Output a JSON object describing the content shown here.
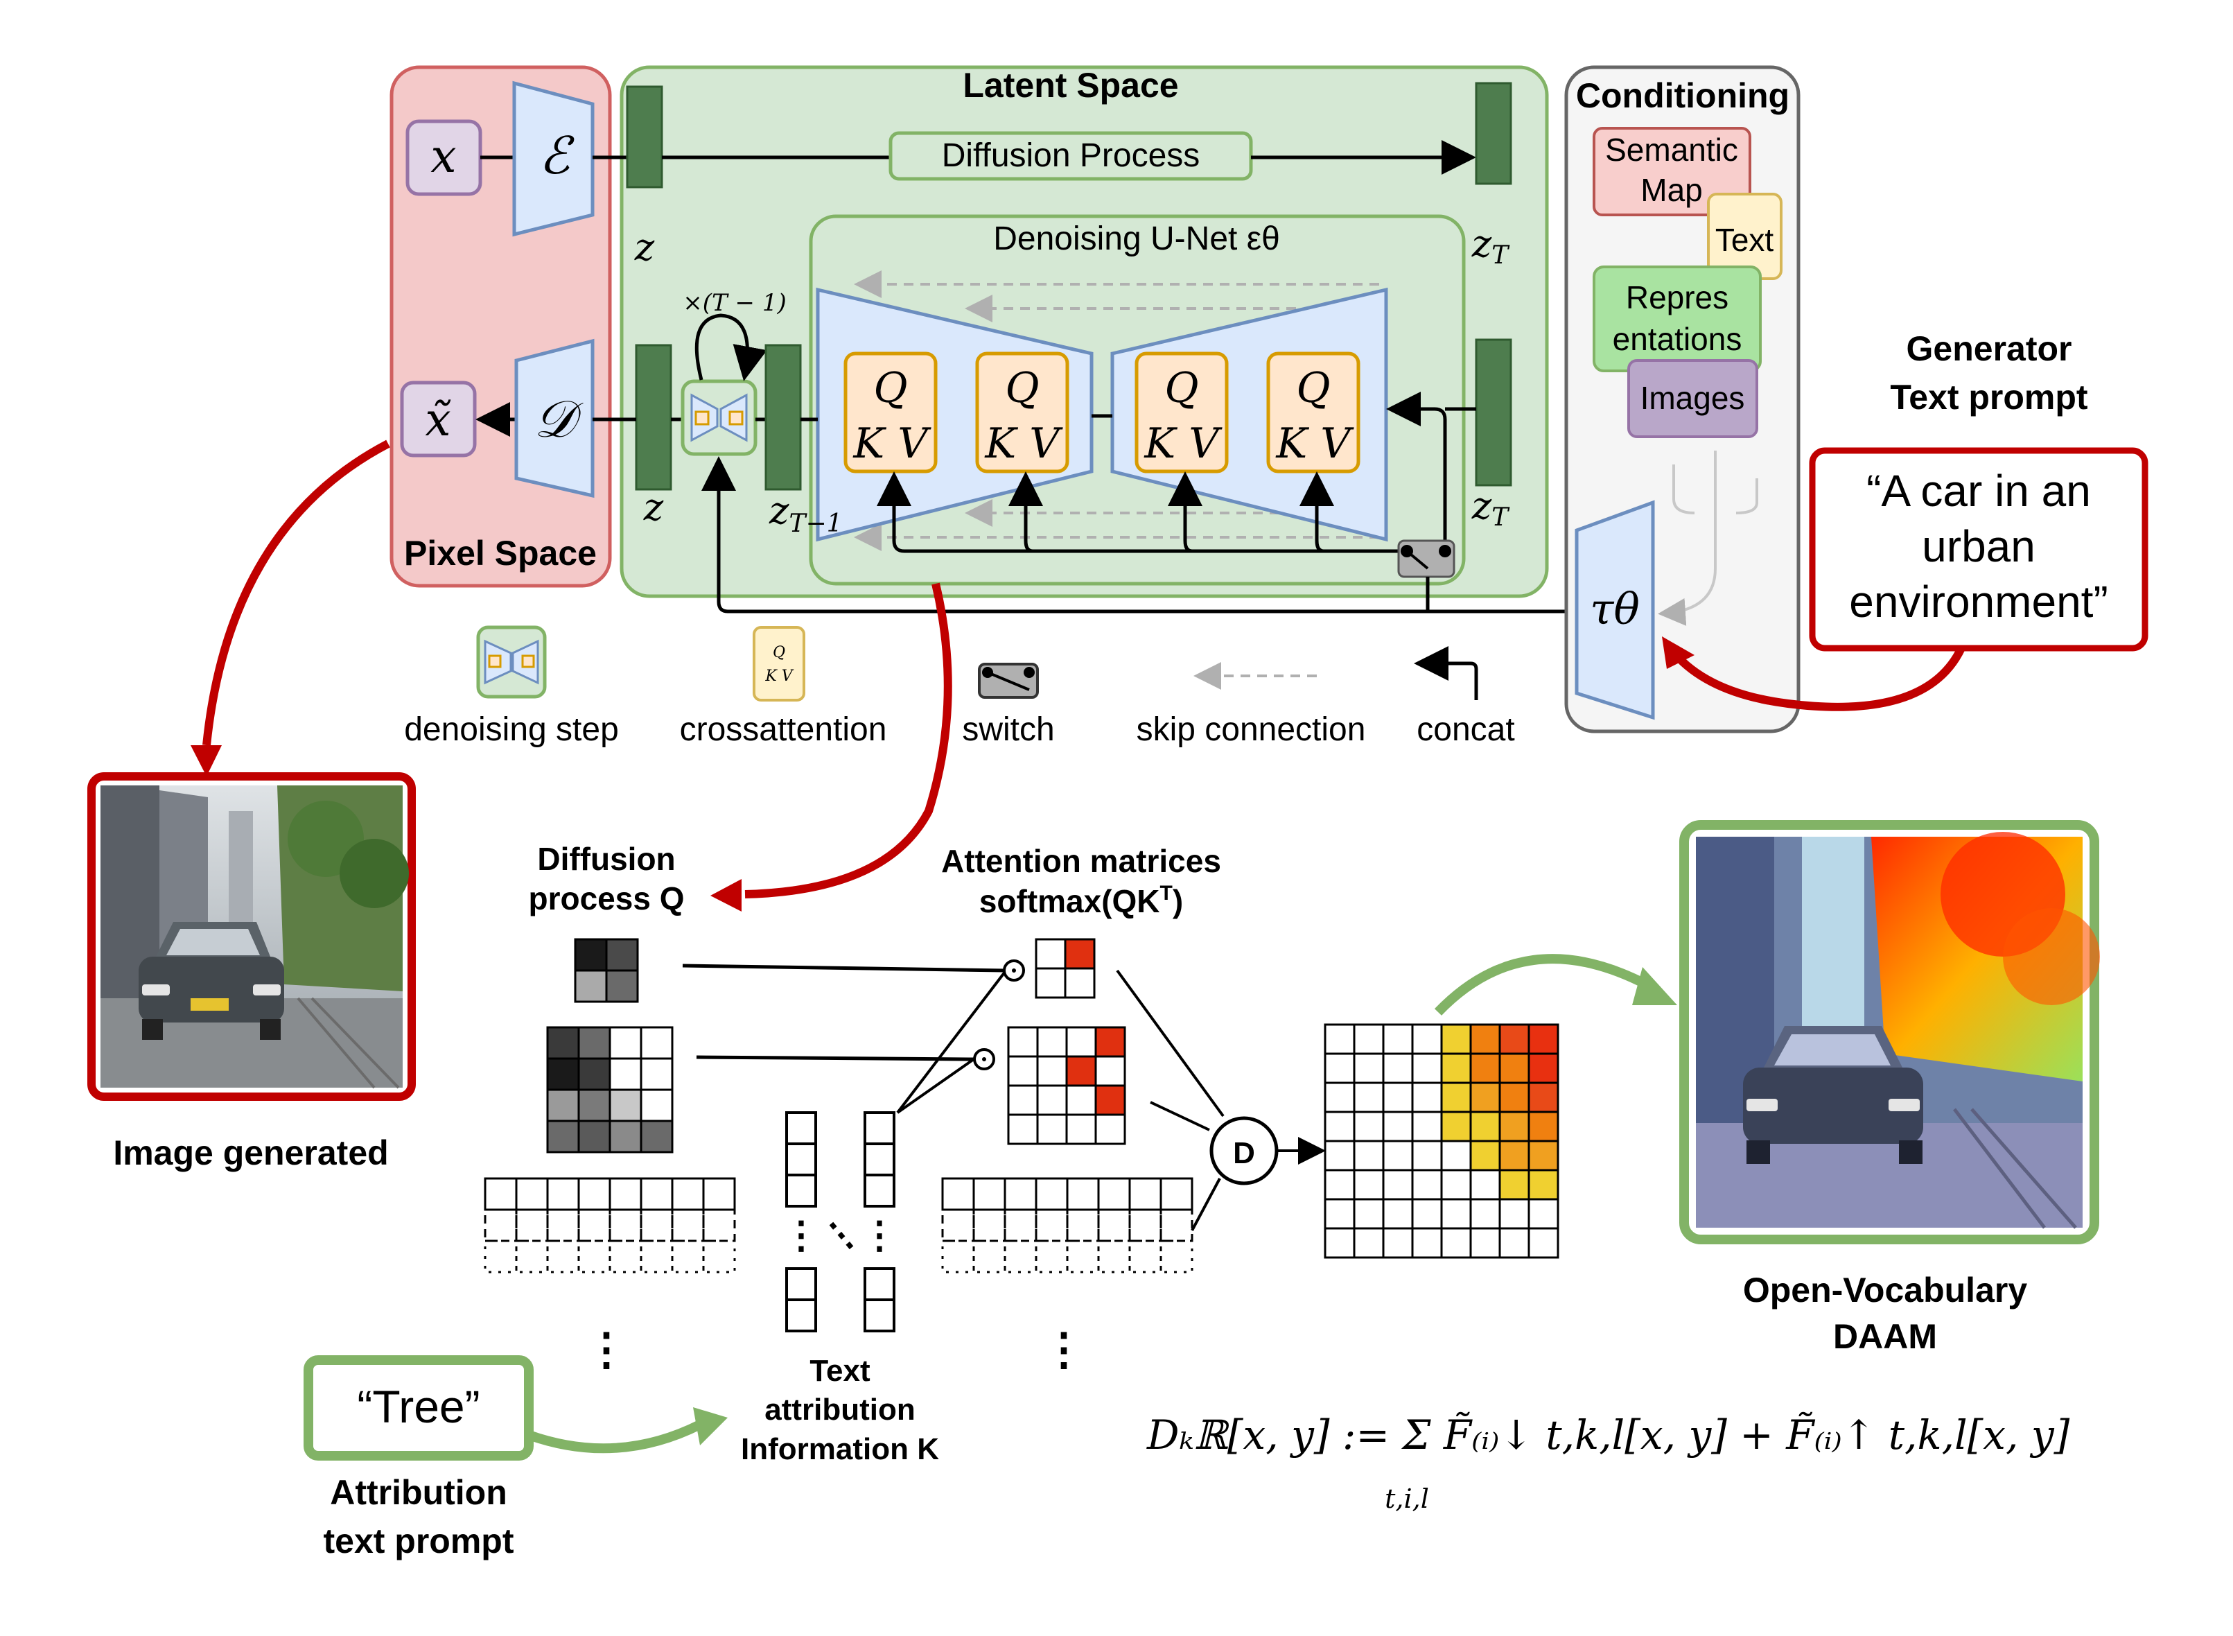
{
  "top": {
    "pixel_space": "Pixel Space",
    "latent_space": "Latent Space",
    "conditioning": "Conditioning",
    "diffusion_process": "Diffusion Process",
    "unet_title": "Denoising U-Net εθ",
    "x": "x",
    "x_tilde": "x̃",
    "encoder": "ℰ",
    "decoder": "𝒟",
    "z": "z",
    "zT": "z",
    "zT_sub": "T",
    "zT1_sub": "T−1",
    "loop_label": "×(T − 1)",
    "q": "Q",
    "kv": "K V",
    "tau": "τθ",
    "cond_semantic": "Semantic Map",
    "cond_semantic_1": "Semantic",
    "cond_semantic_2": "Map",
    "cond_text": "Text",
    "cond_repr_1": "Repres",
    "cond_repr_2": "entations",
    "cond_images": "Images"
  },
  "legend": {
    "denoising": "denoising step",
    "crossattention": "crossattention",
    "switch": "switch",
    "skip": "skip connection",
    "concat": "concat",
    "mini_q": "Q",
    "mini_kv": "K V"
  },
  "generator": {
    "title_1": "Generator",
    "title_2": "Text prompt",
    "prompt_1": "“A car in an",
    "prompt_2": "urban",
    "prompt_3": "environment”"
  },
  "bottom": {
    "image_generated": "Image generated",
    "diffusion_q_1": "Diffusion",
    "diffusion_q_2": "process Q",
    "attention_1": "Attention matrices",
    "attention_2": "softmax(QK",
    "attention_sup": "T",
    "attention_close": ")",
    "text_attr_1": "Text",
    "text_attr_2": "attribution",
    "text_attr_3": "Information K",
    "d_node": "D",
    "open_vocab_1": "Open-Vocabulary",
    "open_vocab_2": "DAAM",
    "tree_prompt": "“Tree”",
    "attr_prompt_1": "Attribution",
    "attr_prompt_2": "text prompt",
    "formula": "Dₖℝ[x, y] := Σ F̃₍ᵢ₎↓ t,k,l[x, y] + F̃₍ᵢ₎↑ t,k,l[x, y]",
    "formula_sub": "t,i,l"
  },
  "colors": {
    "pixel_fill": "#f4c9c9",
    "pixel_stroke": "#d06060",
    "latent_fill": "#d5e8d4",
    "latent_stroke": "#82b366",
    "cond_fill": "#f5f5f5",
    "blue_fill": "#dae8fc",
    "blue_stroke": "#6c8ebf",
    "qkv_fill": "#ffe6cc",
    "qkv_stroke": "#d79b00",
    "dark_green": "#4e7d4e",
    "red_accent": "#c00000",
    "green_accent": "#7aad5e"
  }
}
